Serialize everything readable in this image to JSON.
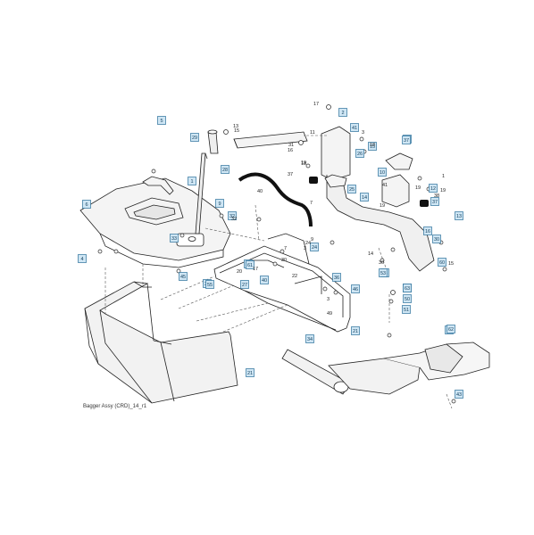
{
  "caption": "Bagger Assy (CRD)_14_r1",
  "colors": {
    "line": "#222222",
    "callout_fill": "#cfe6f4",
    "callout_border": "#2a6f9a",
    "dash": "#555555",
    "bag_fill": "#f2f2f2"
  },
  "callouts": [
    {
      "label": "1"
    },
    {
      "label": "2"
    },
    {
      "label": "4"
    },
    {
      "label": "5"
    },
    {
      "label": "6"
    },
    {
      "label": "9"
    },
    {
      "label": "10"
    },
    {
      "label": "12"
    },
    {
      "label": "13"
    },
    {
      "label": "14"
    },
    {
      "label": "15"
    },
    {
      "label": "16"
    },
    {
      "label": "17"
    },
    {
      "label": "21"
    },
    {
      "label": "21"
    },
    {
      "label": "22"
    },
    {
      "label": "24"
    },
    {
      "label": "25"
    },
    {
      "label": "26"
    },
    {
      "label": "27"
    },
    {
      "label": "28"
    },
    {
      "label": "29"
    },
    {
      "label": "30"
    },
    {
      "label": "32"
    },
    {
      "label": "33"
    },
    {
      "label": "34"
    },
    {
      "label": "35"
    },
    {
      "label": "36"
    },
    {
      "label": "37"
    },
    {
      "label": "37"
    },
    {
      "label": "39"
    },
    {
      "label": "40"
    },
    {
      "label": "41"
    },
    {
      "label": "43"
    },
    {
      "label": "45"
    },
    {
      "label": "46"
    },
    {
      "label": "47"
    },
    {
      "label": "50"
    },
    {
      "label": "51"
    },
    {
      "label": "53"
    },
    {
      "label": "54"
    },
    {
      "label": "55"
    },
    {
      "label": "60"
    },
    {
      "label": "61"
    },
    {
      "label": "62"
    },
    {
      "label": "63"
    }
  ],
  "labels": [
    "17",
    "15",
    "13",
    "11",
    "16",
    "18",
    "19",
    "37",
    "38",
    "40",
    "41",
    "19",
    "9",
    "3",
    "7",
    "30",
    "20",
    "17",
    "22",
    "3",
    "24",
    "49",
    "14",
    "36",
    "15",
    "18",
    "19",
    "7",
    "1",
    "3",
    "31",
    "32",
    "19"
  ]
}
